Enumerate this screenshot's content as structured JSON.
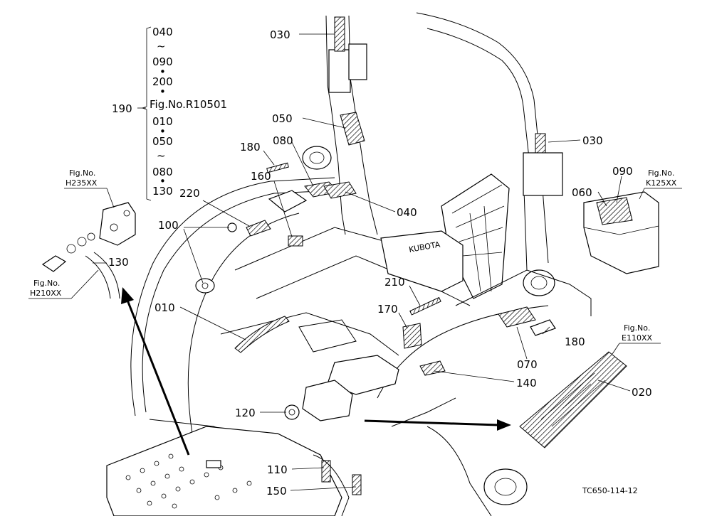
{
  "callouts": {
    "c030a": "030",
    "c030b": "030",
    "c050": "050",
    "c080": "080",
    "c180a": "180",
    "c160": "160",
    "c220": "220",
    "c100": "100",
    "c040": "040",
    "c090": "090",
    "c060": "060",
    "c130": "130",
    "c010": "010",
    "c210": "210",
    "c170": "170",
    "c180b": "180",
    "c070": "070",
    "c140": "140",
    "c020": "020",
    "c120": "120",
    "c110": "110",
    "c150": "150",
    "c190": "190"
  },
  "range_list": {
    "items": [
      "040",
      "~",
      "090",
      "•",
      "200",
      "•",
      "Fig.No.R10501",
      "010",
      "•",
      "050",
      "~",
      "080",
      "•",
      "130"
    ]
  },
  "fig_refs": {
    "h235_label": "Fig.No.",
    "h235_code": "H235XX",
    "h210_label": "Fig.No.",
    "h210_code": "H210XX",
    "k125_label": "Fig.No.",
    "k125_code": "K125XX",
    "e110_label": "Fig.No.",
    "e110_code": "E110XX"
  },
  "footer": {
    "drawing_code": "TC650-114-12"
  }
}
